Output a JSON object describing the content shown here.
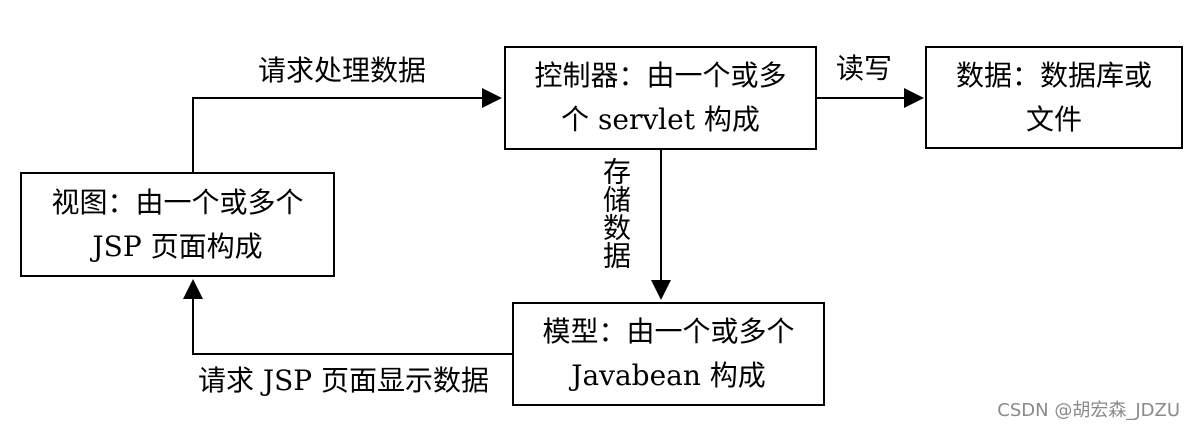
{
  "boxes": {
    "view": {
      "line1": "视图：由一个或多个",
      "line2": "JSP 页面构成"
    },
    "controller": {
      "line1": "控制器：由一个或多",
      "line2": "个 servlet 构成"
    },
    "data": {
      "line1": "数据：数据库或",
      "line2": "文件"
    },
    "model": {
      "line1": "模型：由一个或多个",
      "line2": "Javabean 构成"
    }
  },
  "labels": {
    "request_process": "请求处理数据",
    "read_write": "读写",
    "store_data": "存储数据",
    "request_jsp": "请求 JSP 页面显示数据"
  },
  "watermark": "CSDN @胡宏森_JDZU"
}
